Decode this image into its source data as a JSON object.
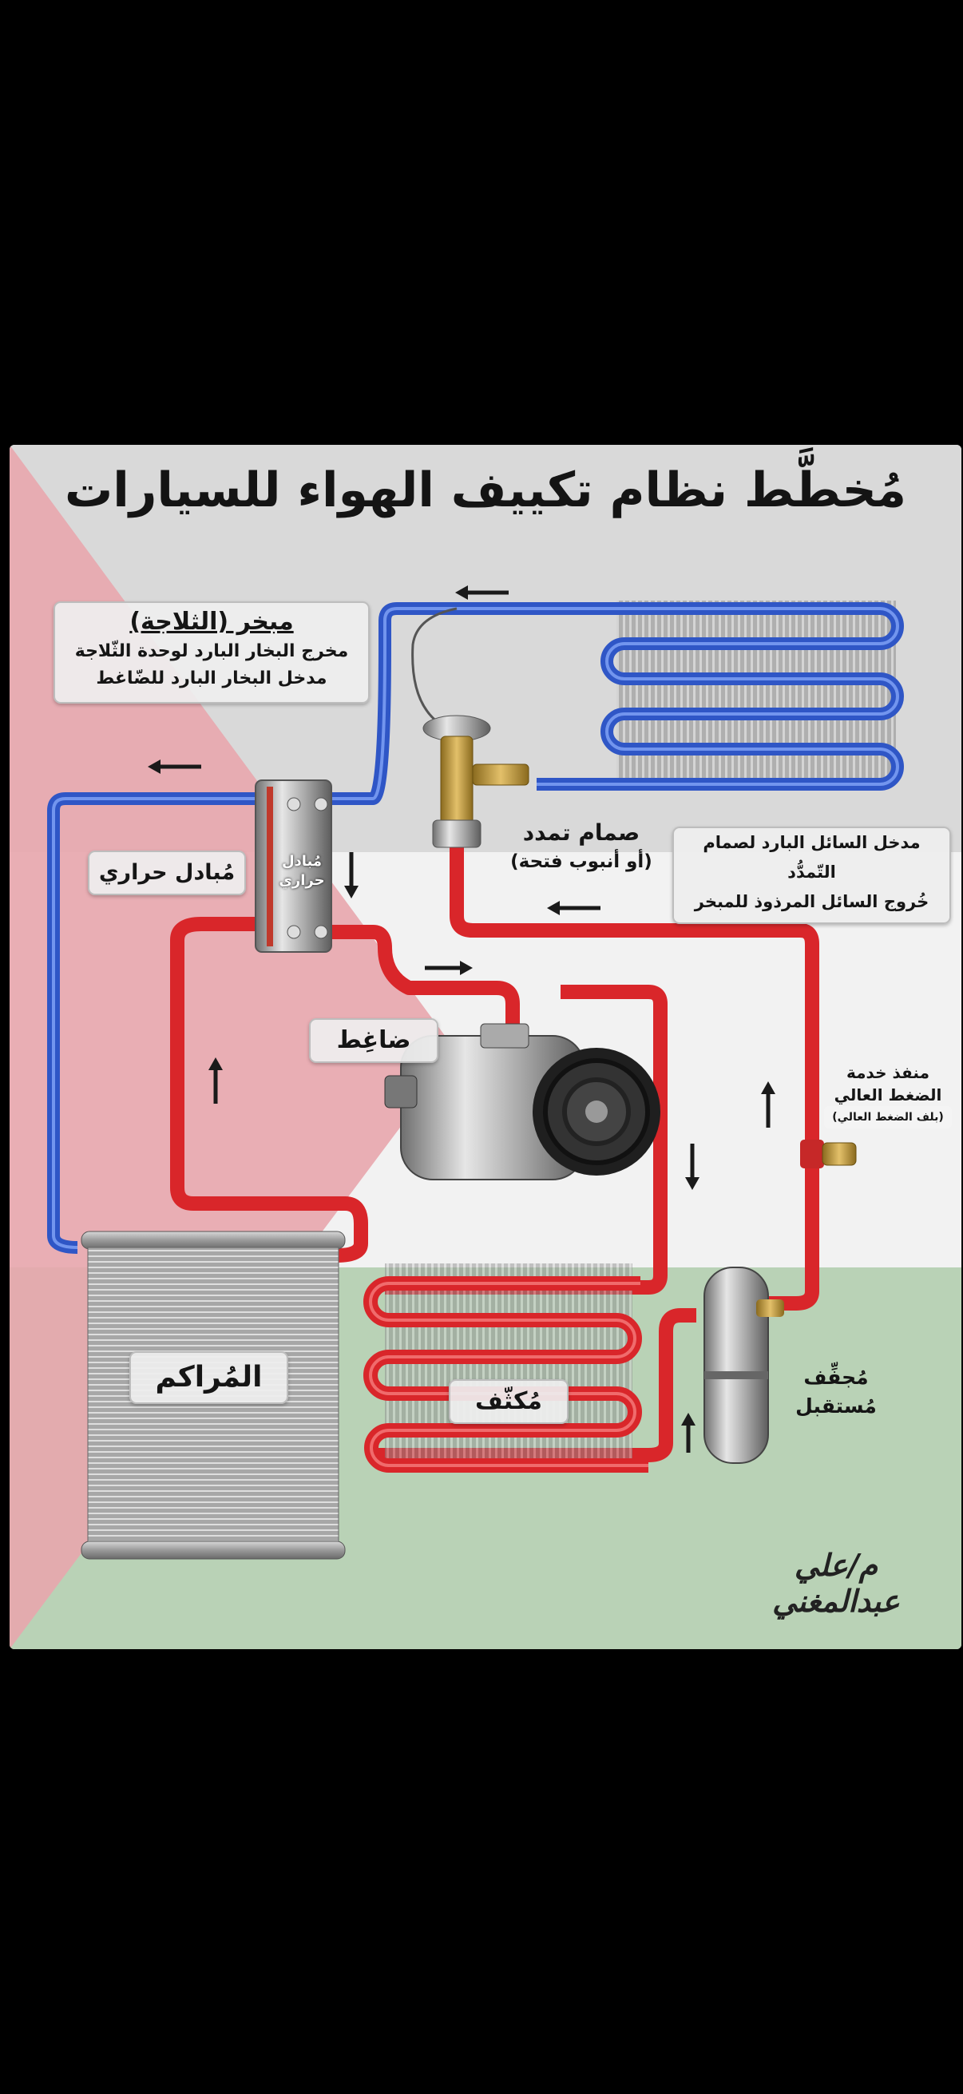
{
  "title": "مُخطَّط نظام تكييف الهواء للسيارات",
  "labels": {
    "evaporator": {
      "heading": "مبخر (الثلاجة)",
      "line1": "مخرج البخار البارد لوحدة الثّلاجة",
      "line2": "مدخل البخار البارد للضّاغط"
    },
    "heat_exchanger": "مُبادل حراري",
    "heat_exchanger_small": [
      "مُبادل",
      "حراري"
    ],
    "expansion_valve": {
      "line1": "صمام تمدد",
      "line2": "(أو أنبوب فتحة)"
    },
    "liquid_note": {
      "line1": "مدخل السائل البارد لصمام",
      "line2": "التّمدُّد",
      "line3": "خُروج السائل المرذوذ للمبخر"
    },
    "compressor": "ضاغِط",
    "service_port": {
      "line1": "منفذ خدمة",
      "line2": "الضغط العالي",
      "line3": "(بلف الضغط العالي)"
    },
    "accumulator": "المُراكم",
    "condenser": "مُكثّف",
    "dryer": {
      "line1": "مُجفِّف",
      "line2": "مُستقبل"
    }
  },
  "signature": "م/علي عبدالمغني",
  "colors": {
    "cold_line": "#2f56c6",
    "hot_line": "#d9262a",
    "flag_red": "#e8a6ad",
    "flag_green": "#b9d2b6"
  }
}
